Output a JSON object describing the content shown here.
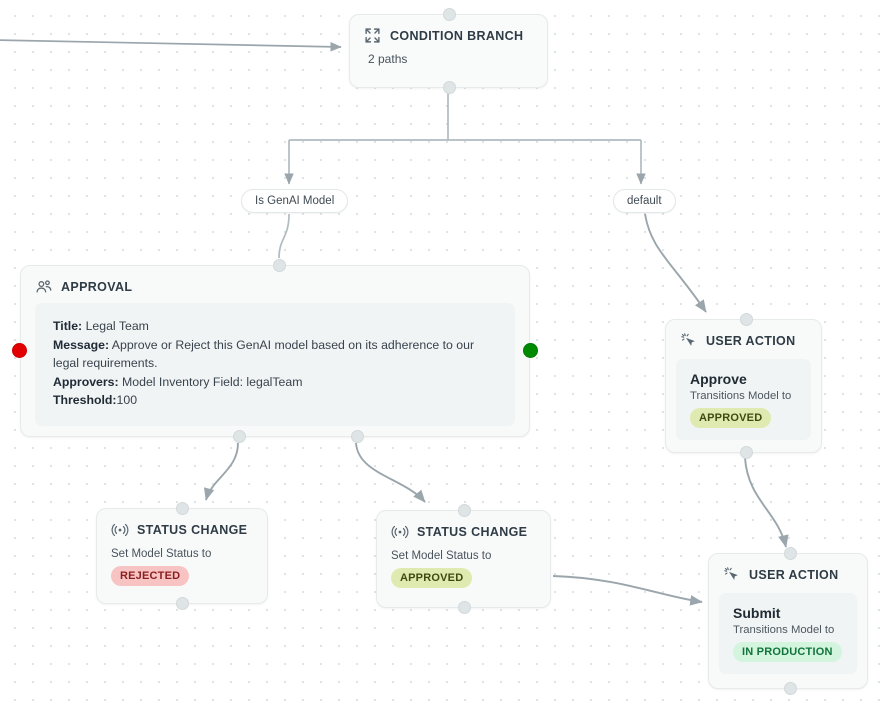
{
  "canvas": {
    "background_color": "#ffffff",
    "dot_color": "#d6dadd",
    "edge_color": "#9aa6ac"
  },
  "nodes": {
    "condition_branch": {
      "icon": "expand-arrows-icon",
      "title": "CONDITION BRANCH",
      "subtitle": "2 paths"
    },
    "approval": {
      "icon": "users-group-icon",
      "title": "APPROVAL",
      "fields": [
        {
          "label": "Title:",
          "value": " Legal Team"
        },
        {
          "label": "Message:",
          "value": " Approve or Reject this GenAI model based on its adherence to our legal requirements."
        },
        {
          "label": "Approvers:",
          "value": " Model Inventory Field: legalTeam"
        },
        {
          "label": "Threshold:",
          "value": "100"
        }
      ],
      "left_handle_color": "#e30000",
      "right_handle_color": "#008a00"
    },
    "status_rejected": {
      "icon": "broadcast-icon",
      "title": "STATUS CHANGE",
      "description": "Set Model Status to",
      "badge": "REJECTED",
      "badge_bg": "#f7c3c3",
      "badge_fg": "#8b1f1f"
    },
    "status_approved": {
      "icon": "broadcast-icon",
      "title": "STATUS CHANGE",
      "description": "Set Model Status to",
      "badge": "APPROVED",
      "badge_bg": "#dfeab0",
      "badge_fg": "#3f4a12"
    },
    "user_action_approve": {
      "icon": "cursor-click-icon",
      "title": "USER ACTION",
      "action_name": "Approve",
      "description": "Transitions Model to",
      "badge": "APPROVED",
      "badge_bg": "#dfeab0",
      "badge_fg": "#3f4a12"
    },
    "user_action_submit": {
      "icon": "cursor-click-icon",
      "title": "USER ACTION",
      "action_name": "Submit",
      "description": "Transitions Model to",
      "badge": "IN PRODUCTION",
      "badge_bg": "#d3f5de",
      "badge_fg": "#11743b"
    }
  },
  "edge_labels": {
    "branch_genai": "Is GenAI Model",
    "branch_default": "default"
  }
}
